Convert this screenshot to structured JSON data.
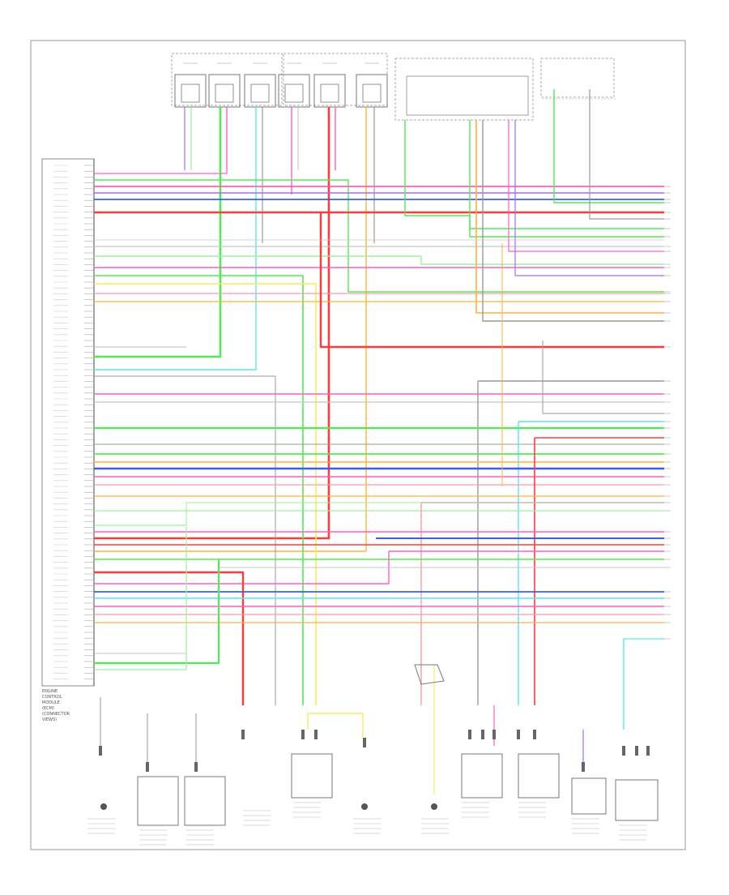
{
  "diagram": {
    "footer_code": "",
    "ecm_label_lines": [
      "ENGINE",
      "CONTROL",
      "MODULE",
      "(ECM)",
      "(CONNECTOR",
      "VIEWS)"
    ],
    "wire_colors": {
      "red": "#ff3b3b",
      "green": "#55e855",
      "pink": "#ff5fc0",
      "blue": "#3b5bff",
      "violet": "#a46bff",
      "orange": "#ffb13b",
      "yellow": "#f4ee60",
      "cyan": "#57e6ee",
      "lightpink": "#ff9aa8",
      "gray": "#9a9a9a",
      "lightgray": "#c7c7c7",
      "lightgreen": "#9df09d",
      "black": "#333333"
    }
  }
}
